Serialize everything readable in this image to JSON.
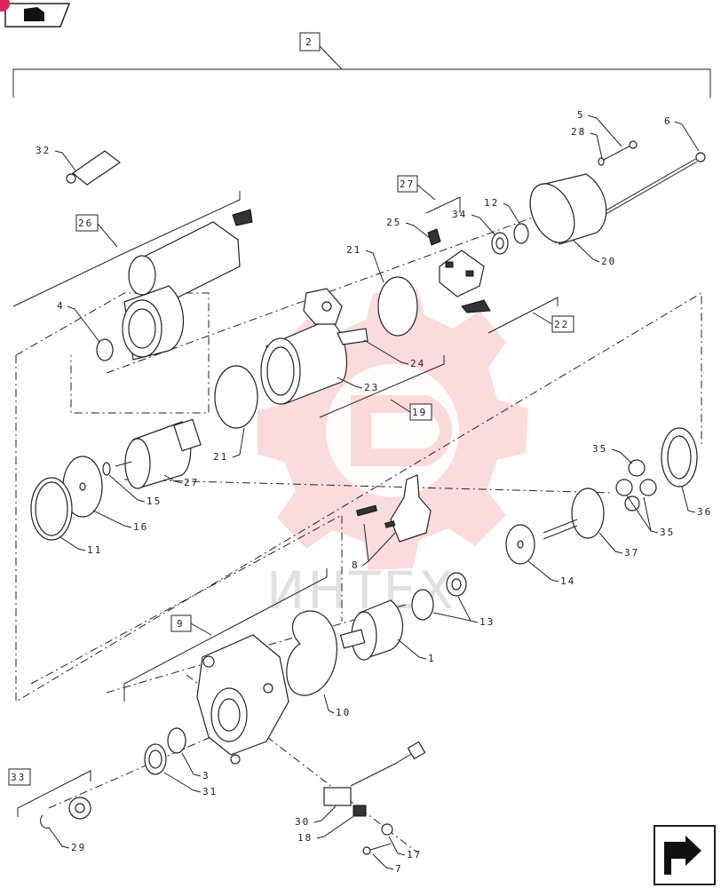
{
  "watermark": {
    "text": "ИНТЕХ",
    "color": "#f08080"
  },
  "nav": {
    "top_button_icon": "book-arrow-icon",
    "bottom_button_icon": "next-page-arrow-icon",
    "badge_color": "#e0245e"
  },
  "labels": {
    "assembly": "2",
    "screw_5": "5",
    "washer_28": "28",
    "bolt_6": "6",
    "grease_32": "32",
    "kit_27": "27",
    "oring_12": "12",
    "bearing_34": "34",
    "brush_25": "25",
    "yoke_26": "26",
    "oring_21a": "21",
    "oring_21b": "21",
    "cover_20": "20",
    "ring_4": "4",
    "brush_holder_22": "22",
    "field_24": "24",
    "frame_23": "23",
    "kit_19": "19",
    "armature_27": "27",
    "washer_15": "15",
    "disc_16": "16",
    "ring_11": "11",
    "gear_35a": "35",
    "gear_35b": "35",
    "ring_gear_36": "36",
    "shaft_37": "37",
    "washer_14": "14",
    "lever_8": "8",
    "housing_9": "9",
    "washer_13": "13",
    "clutch_1": "1",
    "gasket_10": "10",
    "bushing_3": "3",
    "seal_31": "31",
    "kit_33": "33",
    "pinion_29": "29",
    "connector_30": "30",
    "plug_18": "18",
    "terminal_17": "17",
    "screw_7": "7"
  }
}
